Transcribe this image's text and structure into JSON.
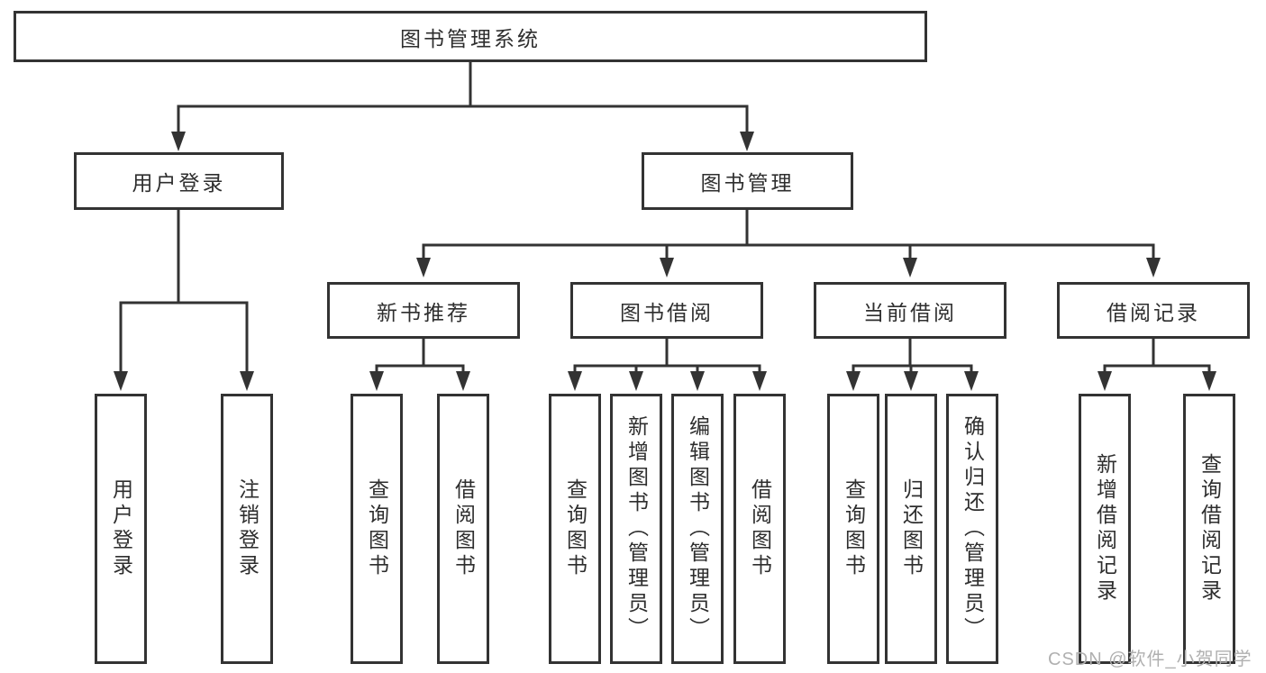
{
  "diagram_title": "图书管理系统",
  "watermark": "CSDN @软件_小贺同学",
  "colors": {
    "line": "#333333",
    "text": "#2e2e2e",
    "background": "#ffffff",
    "watermark": "#b0b0b0"
  },
  "tree": {
    "label": "图书管理系统",
    "children": [
      {
        "label": "用户登录",
        "children": [
          {
            "label": "用户登录"
          },
          {
            "label": "注销登录"
          }
        ]
      },
      {
        "label": "图书管理",
        "children": [
          {
            "label": "新书推荐",
            "children": [
              {
                "label": "查询图书"
              },
              {
                "label": "借阅图书"
              }
            ]
          },
          {
            "label": "图书借阅",
            "children": [
              {
                "label": "查询图书"
              },
              {
                "label": "新增图书（管理员）"
              },
              {
                "label": "编辑图书（管理员）"
              },
              {
                "label": "借阅图书"
              }
            ]
          },
          {
            "label": "当前借阅",
            "children": [
              {
                "label": "查询图书"
              },
              {
                "label": "归还图书"
              },
              {
                "label": "确认归还（管理员）"
              }
            ]
          },
          {
            "label": "借阅记录",
            "children": [
              {
                "label": "新增借阅记录"
              },
              {
                "label": "查询借阅记录"
              }
            ]
          }
        ]
      }
    ]
  }
}
